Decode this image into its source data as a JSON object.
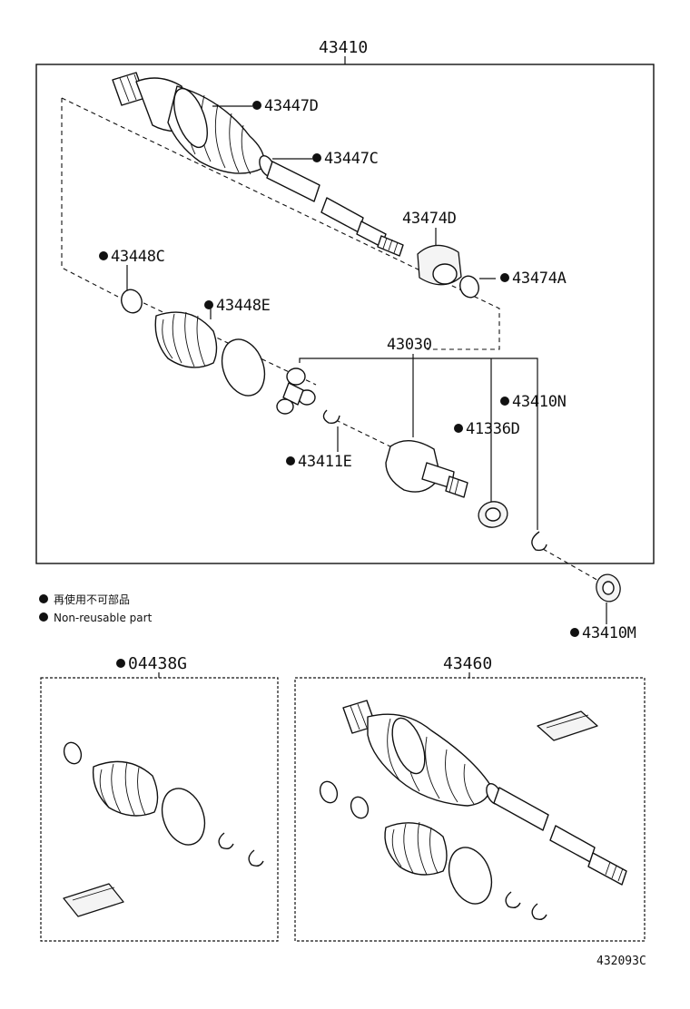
{
  "diagram": {
    "main_assembly": {
      "number": "43410",
      "parts": [
        {
          "key": "boot_clamp_outer_big",
          "number": "43447D",
          "non_reusable": true
        },
        {
          "key": "boot_clamp_outer_small",
          "number": "43447C",
          "non_reusable": true
        },
        {
          "key": "damper",
          "number": "43474D",
          "non_reusable": false
        },
        {
          "key": "damper_clamp",
          "number": "43474A",
          "non_reusable": true
        },
        {
          "key": "inner_clamp_small",
          "number": "43448C",
          "non_reusable": true
        },
        {
          "key": "inner_clamp_big",
          "number": "43448E",
          "non_reusable": true
        },
        {
          "key": "inboard_joint",
          "number": "43030",
          "non_reusable": false
        },
        {
          "key": "snap_ring_shaft",
          "number": "43410N",
          "non_reusable": true
        },
        {
          "key": "dust_seal",
          "number": "41336D",
          "non_reusable": true
        },
        {
          "key": "snap_ring_tripod",
          "number": "43411E",
          "non_reusable": true
        },
        {
          "key": "outer_seal",
          "number": "43410M",
          "non_reusable": true
        }
      ]
    },
    "boot_kit": {
      "number": "04438G",
      "non_reusable": true
    },
    "outboard_joint_assy": {
      "number": "43460"
    },
    "legend": {
      "japanese": "再使用不可部品",
      "english": "Non-reusable part"
    },
    "illustration_code": "432093C"
  }
}
